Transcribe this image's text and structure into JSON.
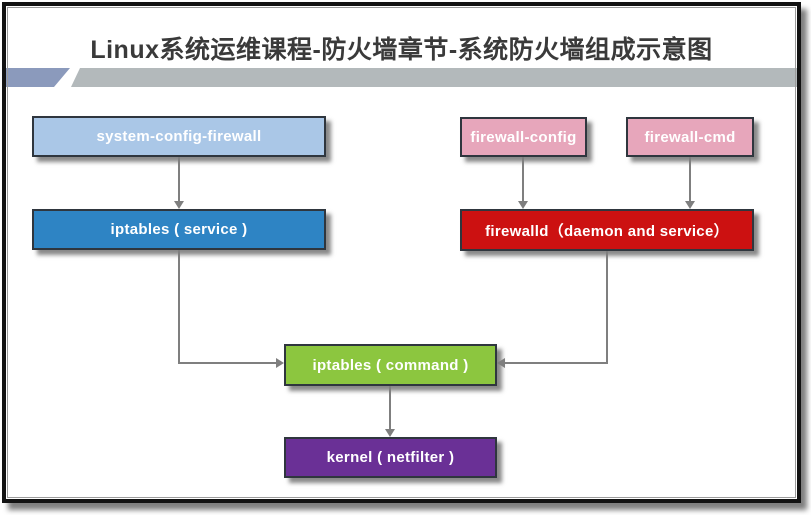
{
  "slide": {
    "title": "Linux系统运维课程-防火墙章节-系统防火墙组成示意图",
    "title_color": "#3a3a3a",
    "accent_band": {
      "left_color": "#8b9abc",
      "right_color": "#b3b9bb"
    }
  },
  "diagram": {
    "box_border_color": "#2f363e",
    "box_text_color": "#ffffff",
    "arrow_color": "#7f7f7f",
    "nodes": [
      {
        "id": "system-config-firewall",
        "label": "system-config-firewall",
        "fill": "#aac7e7"
      },
      {
        "id": "iptables-service",
        "label": "iptables ( service )",
        "fill": "#2e84c4"
      },
      {
        "id": "firewall-config",
        "label": "firewall-config",
        "fill": "#e7a6bb"
      },
      {
        "id": "firewall-cmd",
        "label": "firewall-cmd",
        "fill": "#e7a6bb"
      },
      {
        "id": "firewalld",
        "label": "firewalld（daemon and service）",
        "fill": "#cc1111"
      },
      {
        "id": "iptables-command",
        "label": "iptables ( command )",
        "fill": "#8cc63f"
      },
      {
        "id": "kernel-netfilter",
        "label": "kernel ( netfilter )",
        "fill": "#6a3096"
      }
    ],
    "connectors": [
      {
        "from": "system-config-firewall",
        "to": "iptables-service"
      },
      {
        "from": "firewall-config",
        "to": "firewalld"
      },
      {
        "from": "firewall-cmd",
        "to": "firewalld"
      },
      {
        "from": "iptables-service",
        "to": "iptables-command"
      },
      {
        "from": "firewalld",
        "to": "iptables-command"
      },
      {
        "from": "iptables-command",
        "to": "kernel-netfilter"
      }
    ]
  }
}
